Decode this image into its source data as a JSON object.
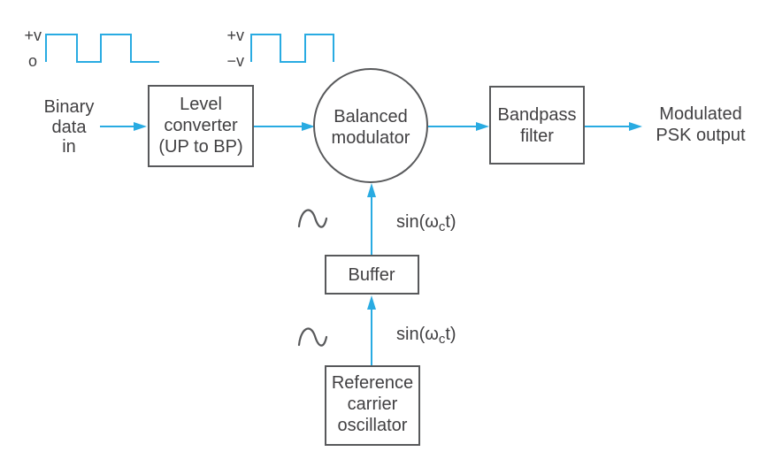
{
  "colors": {
    "accent": "#29abe2",
    "ink": "#414042",
    "box_border": "#58595b",
    "background": "#ffffff"
  },
  "waveforms": {
    "unipolar": {
      "high_label": "+v",
      "low_label": "o"
    },
    "bipolar": {
      "high_label": "+v",
      "low_label": "−v"
    }
  },
  "input_label": {
    "line1": "Binary",
    "line2": "data",
    "line3": "in"
  },
  "blocks": {
    "level_converter": {
      "line1": "Level",
      "line2": "converter",
      "line3": "(UP to BP)"
    },
    "balanced_modulator": {
      "line1": "Balanced",
      "line2": "modulator"
    },
    "bandpass_filter": {
      "line1": "Bandpass",
      "line2": "filter"
    },
    "buffer": {
      "label": "Buffer"
    },
    "oscillator": {
      "line1": "Reference",
      "line2": "carrier",
      "line3": "oscillator"
    }
  },
  "output_label": {
    "line1": "Modulated",
    "line2": "PSK output"
  },
  "carrier_signal": {
    "pre": "sin(ω",
    "sub": "c",
    "post": "t)"
  }
}
